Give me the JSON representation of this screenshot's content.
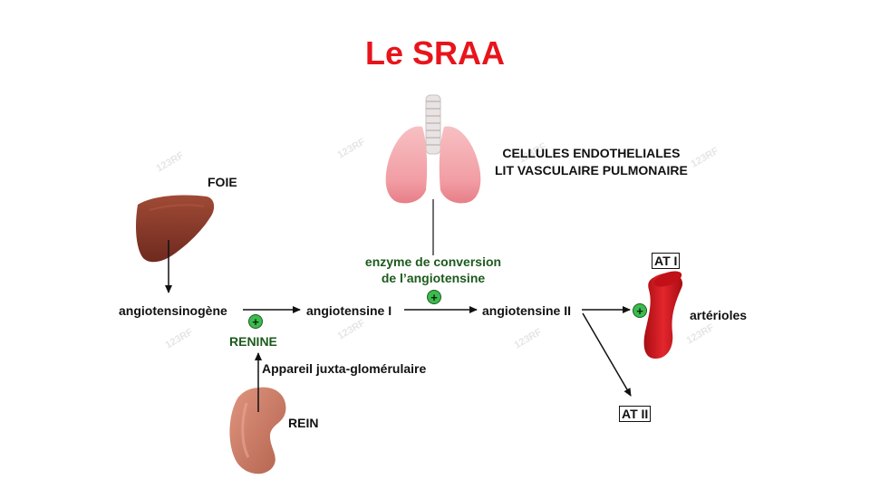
{
  "title": "Le SRAA",
  "organs": {
    "foie_label": "FOIE",
    "rein_label": "REIN",
    "lung_label_line1": "CELLULES ENDOTHELIALES",
    "lung_label_line2": "LIT VASCULAIRE PULMONAIRE",
    "arterioles_label": "artérioles"
  },
  "cascade": {
    "step1": "angiotensinogène",
    "step2": "angiotensine I",
    "step3": "angiotensine II"
  },
  "enzymes": {
    "renine": "RENINE",
    "juxta": "Appareil juxta-glomérulaire",
    "eca_line1": "enzyme de conversion",
    "eca_line2": "de l’angiotensine",
    "plus_symbol": "+"
  },
  "receptors": {
    "at1": "AT I",
    "at2": "AT II"
  },
  "colors": {
    "title": "#e8141b",
    "enzyme_text": "#1d5a1d",
    "plus_fill": "#3dbb4e",
    "liver": "#8b3a2a",
    "kidney": "#c97a66",
    "lung": "#f2a7ab",
    "artery": "#d8141c"
  }
}
